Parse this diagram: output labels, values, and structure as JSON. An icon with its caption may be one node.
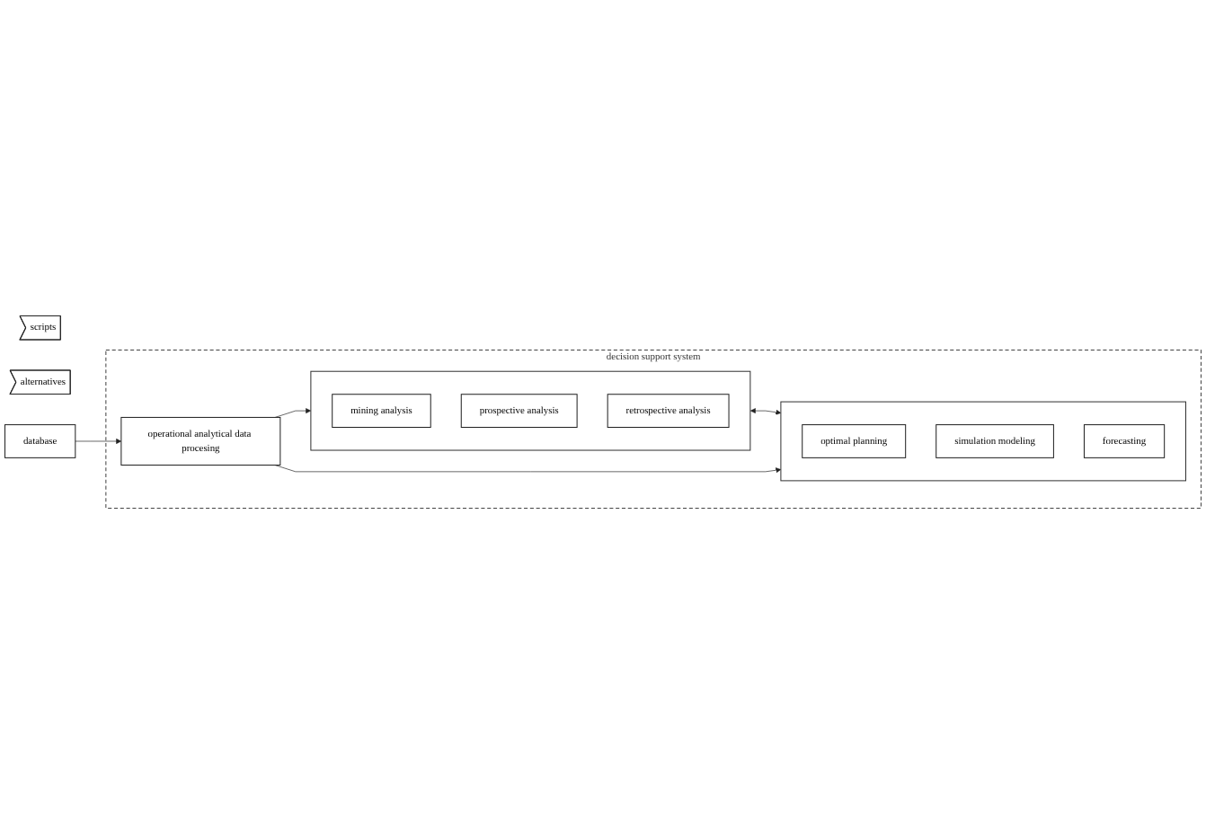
{
  "diagram": {
    "nodes": [
      {
        "text": [
          "decision support system"
        ]
      },
      {
        "text": [],
        "shape": "box",
        "in": 0
      },
      {
        "text": [
          "mining analysis"
        ],
        "in": 1
      },
      {
        "text": [
          "prospective analysis"
        ],
        "in": 1
      },
      {
        "text": [
          "retrospective analysis"
        ],
        "in": 1
      },
      {
        "text": [],
        "shape": "box",
        "in": 0
      },
      {
        "text": [
          "optimal planning"
        ],
        "in": 5
      },
      {
        "text": [
          "simulation modeling"
        ],
        "in": 5
      },
      {
        "text": [
          "forecasting"
        ],
        "in": 5
      },
      {
        "text": [
          "operational analytical data procesing"
        ],
        "in": 0
      },
      {
        "text": [
          "scripts"
        ]
      },
      {
        "text": [
          "alternatives"
        ]
      },
      {
        "text": [
          "database"
        ]
      }
    ],
    "edges": [
      {
        "from": 1,
        "to": 5,
        "arrow": "both"
      },
      {
        "from": 9,
        "to": 1,
        "arrow": "to"
      },
      {
        "from": 9,
        "to": 5,
        "arrow": "to"
      },
      {
        "from": 12,
        "to": 9,
        "arrow": "to"
      }
    ]
  }
}
